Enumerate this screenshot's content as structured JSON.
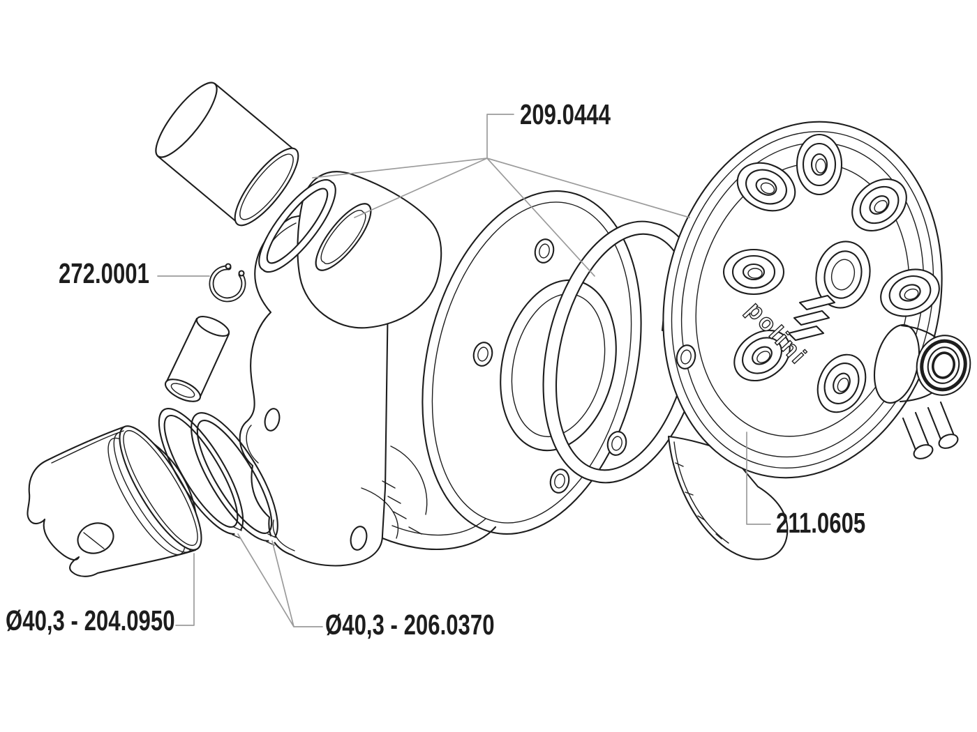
{
  "colors": {
    "background": "#ffffff",
    "part_outline": "#1d1d1d",
    "leader_line": "#9b9b9b",
    "label_text": "#1d1d1d"
  },
  "logo": {
    "text": "polini"
  },
  "labels": {
    "gasket_set": "209.0444",
    "circlip": "272.0001",
    "cylinder_head": "211.0605",
    "piston": "Ø40,3 - 204.0950",
    "piston_rings": "Ø40,3 - 206.0370"
  }
}
